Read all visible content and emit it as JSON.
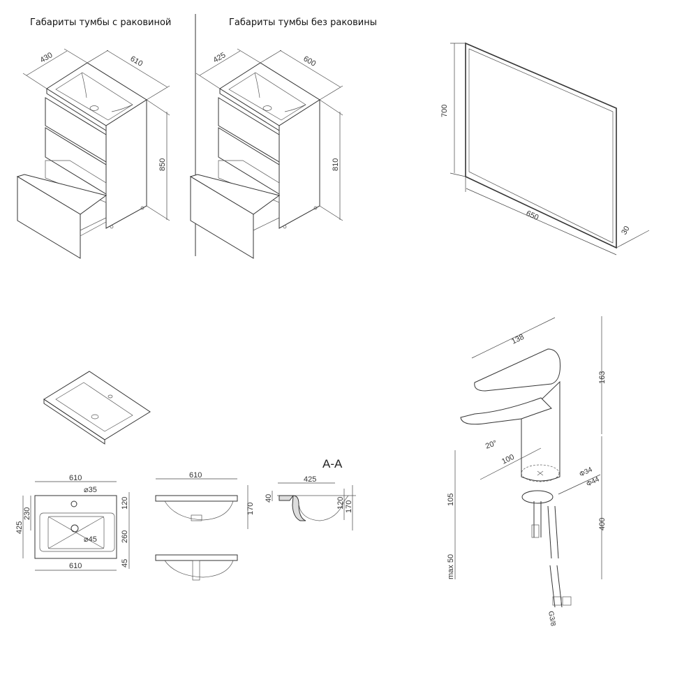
{
  "cabinet_with_sink": {
    "title": "Габариты тумбы с раковиной",
    "depth": "430",
    "width": "610",
    "height": "850"
  },
  "cabinet_without_sink": {
    "title": "Габариты тумбы без раковины",
    "depth": "425",
    "width": "600",
    "height": "810"
  },
  "mirror": {
    "height": "700",
    "width": "650",
    "depth": "30"
  },
  "sink_plan": {
    "width_top": "610",
    "width_bottom": "610",
    "depth": "425",
    "depth_hole": "230",
    "faucet_hole": "⌀35",
    "drain_hole": "⌀45",
    "seg1": "120",
    "seg2": "260",
    "seg3": "45"
  },
  "sink_front": {
    "width": "610",
    "height": "170"
  },
  "sink_section": {
    "label": "A-A",
    "width": "425",
    "rim": "40",
    "bowl": "120",
    "height": "170"
  },
  "faucet": {
    "length": "138",
    "height": "163",
    "angle": "20°",
    "reach": "100",
    "spout_height": "105",
    "base_d1": "Φ34",
    "base_d2": "Φ44",
    "hose_length": "400",
    "max_thickness": "max 50",
    "thread": "G3/8"
  }
}
